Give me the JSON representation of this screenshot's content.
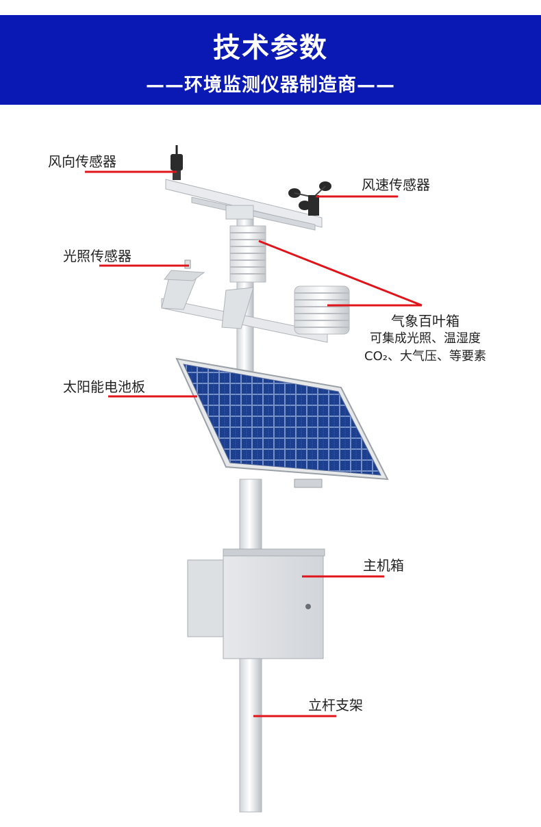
{
  "header": {
    "title": "技术参数",
    "subtitle": "——环境监测仪器制造商——"
  },
  "labels": {
    "wind_direction": "风向传感器",
    "wind_speed": "风速传感器",
    "light": "光照传感器",
    "louver_box": "气象百叶箱",
    "louver_box_line2": "可集成光照、温湿度",
    "louver_box_line3": "CO₂、大气压、等要素",
    "solar_panel": "太阳能电池板",
    "main_box": "主机箱",
    "pole": "立杆支架"
  },
  "colors": {
    "banner": "#0a18b4",
    "pointer": "#e0141a",
    "pole": "#f2f2f2",
    "panel": "#1c3e8c"
  }
}
